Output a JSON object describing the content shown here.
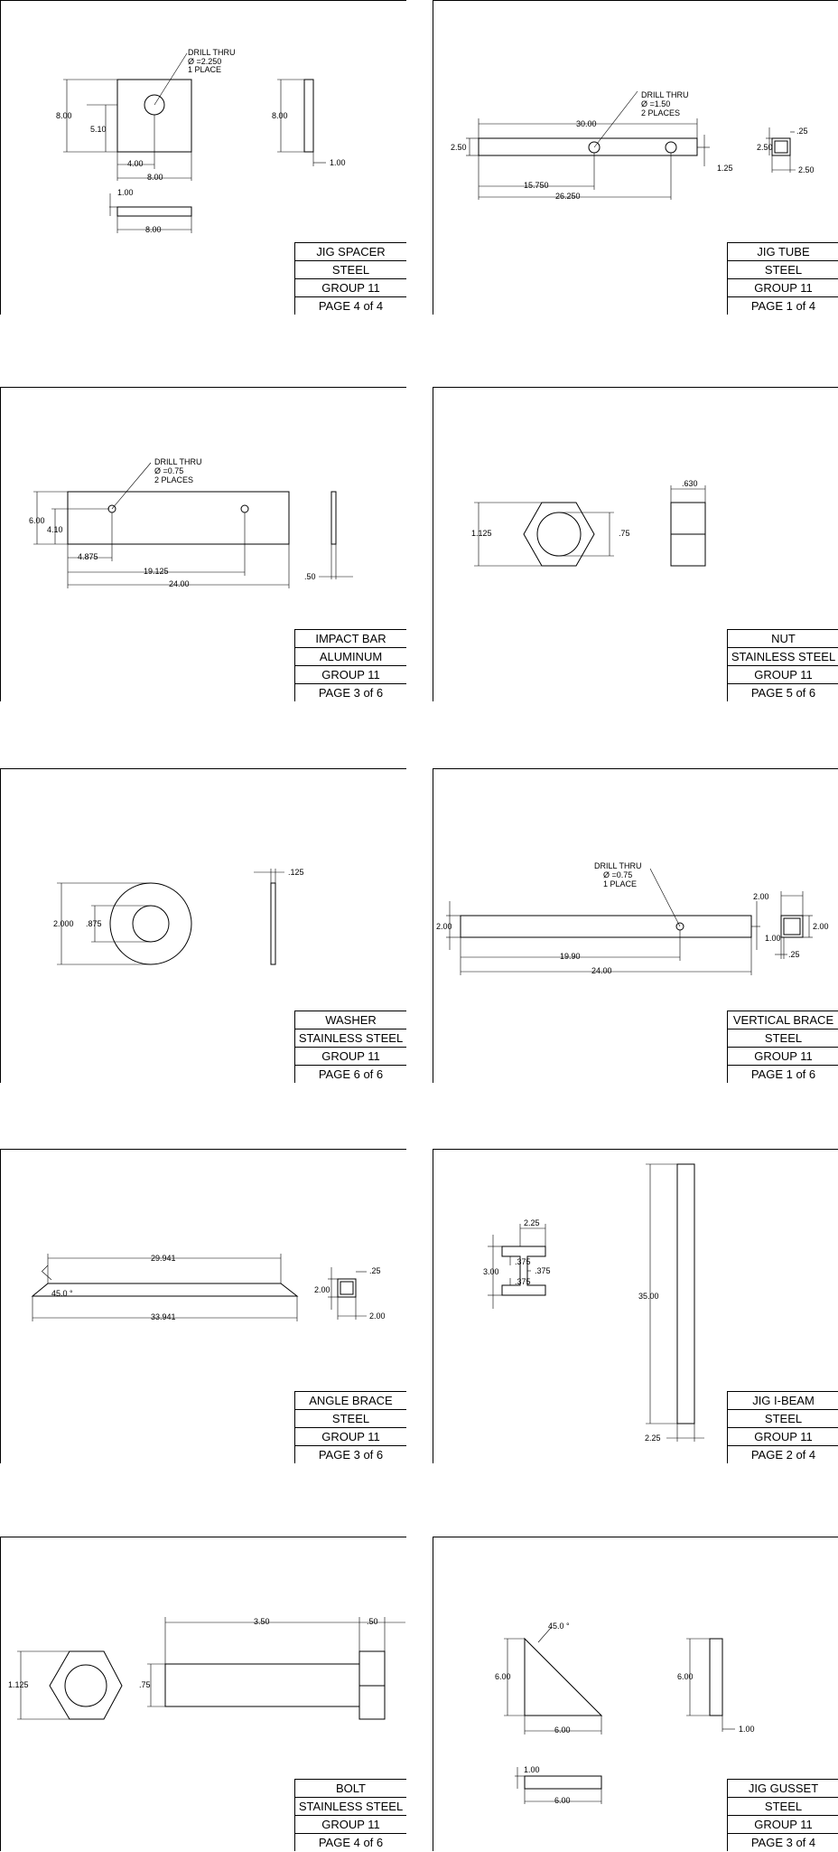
{
  "sheets": [
    {
      "title": "JIG SPACER",
      "material": "STEEL",
      "group": "GROUP 11",
      "page": "PAGE 4 of 4",
      "labels": {
        "drill": "DRILL THRU",
        "dia": "Ø =2.250",
        "qty": "1 PLACE",
        "h": "8.00",
        "hc": "5.10",
        "xc": "4.00",
        "w": "8.00",
        "sh": "8.00",
        "st": "1.00",
        "bt": "1.00",
        "bw": "8.00"
      }
    },
    {
      "title": "JIG TUBE",
      "material": "STEEL",
      "group": "GROUP 11",
      "page": "PAGE 1 of 4",
      "labels": {
        "drill": "DRILL THRU",
        "dia": "Ø =1.50",
        "qty": "2 PLACES",
        "len": "30.00",
        "h": "2.50",
        "off": "1.25",
        "x1": "15.750",
        "x2": "26.250",
        "wall": ".25",
        "sh": "2.50",
        "sw": "2.50"
      }
    },
    {
      "title": "IMPACT BAR",
      "material": "ALUMINUM",
      "group": "GROUP 11",
      "page": "PAGE 3 of 6",
      "labels": {
        "drill": "DRILL THRU",
        "dia": "Ø =0.75",
        "qty": "2 PLACES",
        "h": "6.00",
        "hc": "4.10",
        "x1": "4.875",
        "x2": "19.125",
        "len": "24.00",
        "t": ".50"
      }
    },
    {
      "title": "NUT",
      "material": "STAINLESS STEEL",
      "group": "GROUP 11",
      "page": "PAGE 5 of 6",
      "labels": {
        "flat": "1.125",
        "hole": ".75",
        "t": ".630"
      }
    },
    {
      "title": "WASHER",
      "material": "STAINLESS STEEL",
      "group": "GROUP 11",
      "page": "PAGE 6 of 6",
      "labels": {
        "od": "2.000",
        "id": ".875",
        "t": ".125"
      }
    },
    {
      "title": "VERTICAL BRACE",
      "material": "STEEL",
      "group": "GROUP 11",
      "page": "PAGE 1 of 6",
      "labels": {
        "drill": "DRILL THRU",
        "dia": "Ø =0.75",
        "qty": "1 PLACE",
        "h": "2.00",
        "off": "1.00",
        "x1": "19.90",
        "len": "24.00",
        "sw": "2.00",
        "sh": "2.00",
        "wall": ".25"
      }
    },
    {
      "title": "ANGLE BRACE",
      "material": "STEEL",
      "group": "GROUP 11",
      "page": "PAGE 3 of 6",
      "labels": {
        "top": "29.941",
        "ang": "45.0 °",
        "bot": "33.941",
        "wall": ".25",
        "sh": "2.00",
        "sw": "2.00"
      }
    },
    {
      "title": "JIG I-BEAM",
      "material": "STEEL",
      "group": "GROUP 11",
      "page": "PAGE 2 of 4",
      "labels": {
        "fl": "2.25",
        "h": "3.00",
        "t1": ".375",
        "t2": ".375",
        "t3": ".375",
        "len": "35.00",
        "w": "2.25"
      }
    },
    {
      "title": "BOLT",
      "material": "STAINLESS STEEL",
      "group": "GROUP 11",
      "page": "PAGE 4 of 6",
      "labels": {
        "flat": "1.125",
        "dia": ".75",
        "len": "3.50",
        "head": ".50"
      }
    },
    {
      "title": "JIG GUSSET",
      "material": "STEEL",
      "group": "GROUP 11",
      "page": "PAGE 3 of 4",
      "labels": {
        "ang": "45.0 °",
        "h": "6.00",
        "w": "6.00",
        "sh": "6.00",
        "st": "1.00",
        "bt": "1.00",
        "bw": "6.00"
      }
    }
  ]
}
